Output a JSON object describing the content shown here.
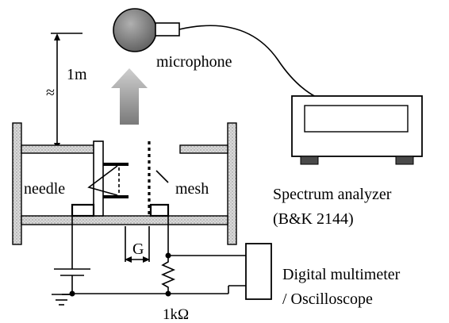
{
  "labels": {
    "distance": "1m",
    "approx": "≈",
    "microphone": "microphone",
    "needle": "needle",
    "mesh": "mesh",
    "gap": "G",
    "analyzer_name": "Spectrum analyzer",
    "analyzer_model": "(B&K 2144)",
    "meter_line1": "Digital multimeter",
    "meter_line2": "/ Oscilloscope",
    "resistor": "1kΩ"
  }
}
